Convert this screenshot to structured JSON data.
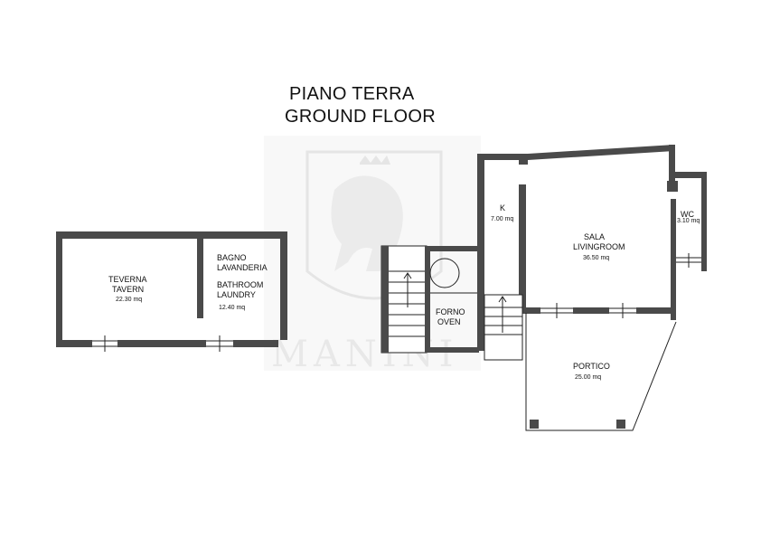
{
  "header": {
    "title_it": "PIANO TERRA",
    "title_en": "GROUND FLOOR"
  },
  "watermark": {
    "text": "MANINI"
  },
  "rooms": {
    "tavern": {
      "name_it": "TEVERNA",
      "name_en": "TAVERN",
      "area": "22.30 mq"
    },
    "bathroom": {
      "name_it_1": "BAGNO",
      "name_it_2": "LAVANDERIA",
      "name_en_1": "BATHROOM",
      "name_en_2": "LAUNDRY",
      "area": "12.40 mq"
    },
    "oven": {
      "name_it": "FORNO",
      "name_en": "OVEN"
    },
    "kitchen": {
      "name": "K",
      "area": "7.00 mq"
    },
    "living": {
      "name_it": "SALA",
      "name_en": "LIVINGROOM",
      "area": "36.50 mq"
    },
    "wc": {
      "name": "WC",
      "area": "3.10 mq"
    },
    "portico": {
      "name": "PORTICO",
      "area": "25.00 mq"
    }
  },
  "colors": {
    "wall": "#4a4a4a",
    "watermark": "#d7d7d7",
    "line": "#222222"
  }
}
